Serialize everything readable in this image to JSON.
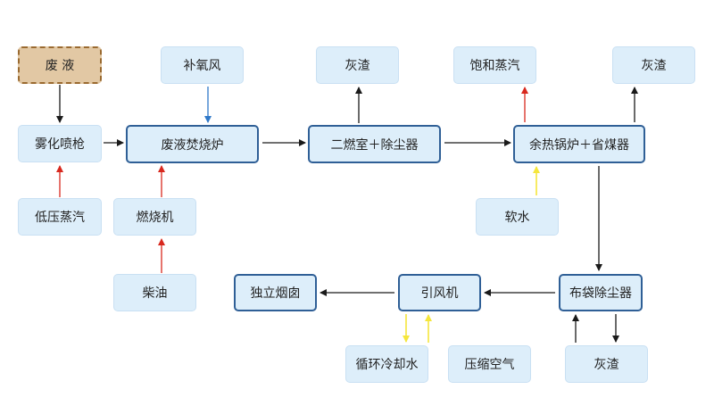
{
  "nodes": {
    "waste_liquid": "废 液",
    "supplementary_oxygen": "补氧风",
    "ash_1": "灰渣",
    "saturated_steam": "饱和蒸汽",
    "ash_2": "灰渣",
    "atomizing_gun": "雾化喷枪",
    "incinerator": "废液焚烧炉",
    "secondary_chamber": "二燃室＋除尘器",
    "waste_heat_boiler": "余热锅炉＋省煤器",
    "low_pressure_steam": "低压蒸汽",
    "burner": "燃烧机",
    "soft_water": "软水",
    "diesel": "柴油",
    "chimney": "独立烟囱",
    "induced_fan": "引风机",
    "bag_filter": "布袋除尘器",
    "cooling_water": "循环冷却水",
    "compressed_air": "压缩空气",
    "ash_3": "灰渣"
  },
  "arrow_colors": {
    "black": "#1a1a1a",
    "red": "#d8281e",
    "blue": "#2f78c8",
    "yellow": "#f5e63c"
  }
}
